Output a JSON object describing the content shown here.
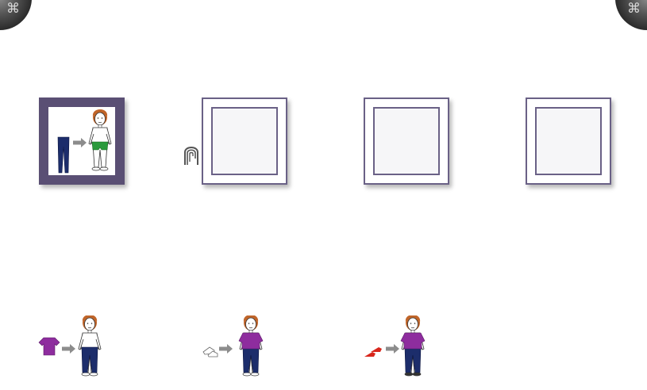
{
  "corners": {
    "left_icon": "cmd-key-icon",
    "left_glyph": "⌘",
    "right_icon": "cmd-key-icon",
    "right_glyph": "⌘"
  },
  "slots": [
    {
      "id": 1,
      "state": "filled",
      "content": "pants-to-underwear-person"
    },
    {
      "id": 2,
      "state": "empty"
    },
    {
      "id": 3,
      "state": "empty"
    },
    {
      "id": 4,
      "state": "empty"
    }
  ],
  "cards": [
    {
      "id": 1,
      "content": "shirt-to-person-in-pants"
    },
    {
      "id": 2,
      "content": "shoes-to-person-dressed"
    },
    {
      "id": 3,
      "content": "red-shoes-to-person-dressed"
    }
  ],
  "colors": {
    "frame": "#5a4f74",
    "frame_border": "#6a6186",
    "shirt": "#8e2d9e",
    "pants": "#1c2d6b",
    "underwear": "#2a9a3c",
    "hair": "#c0652a",
    "arrow": "#8c8c8c",
    "shoe_red": "#d8261c"
  }
}
